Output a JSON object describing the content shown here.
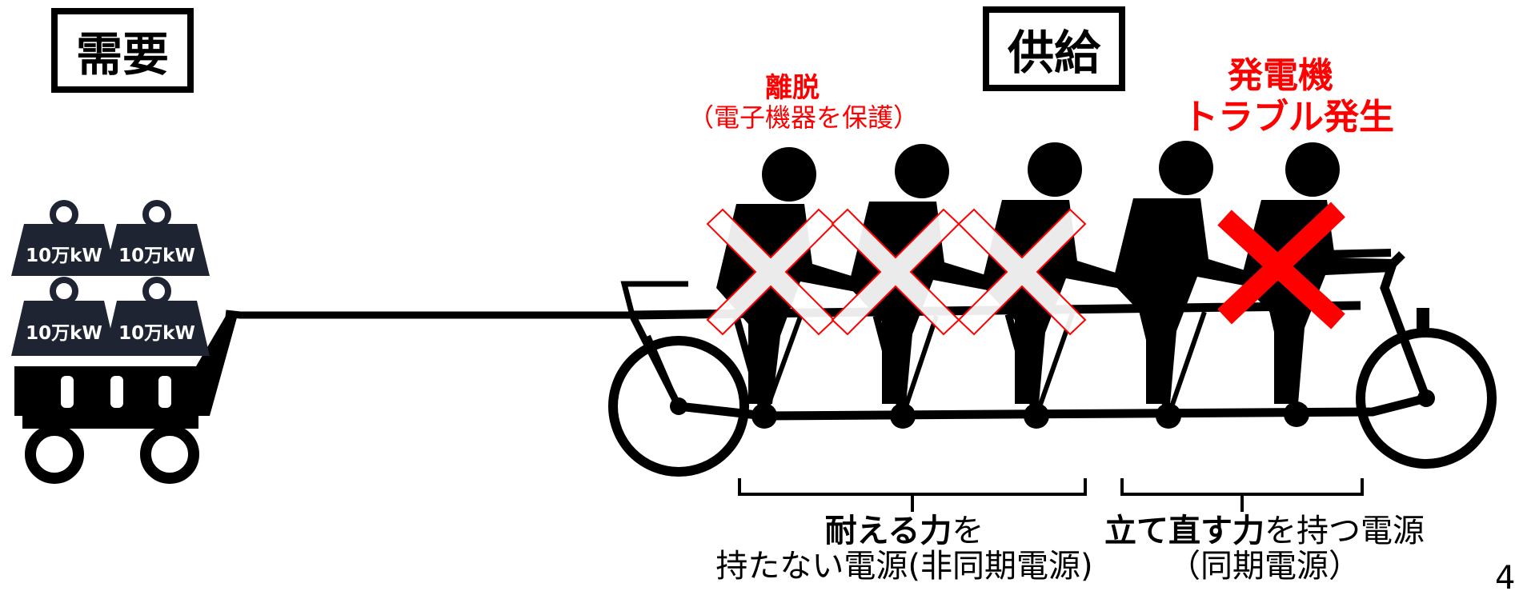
{
  "labels": {
    "demand": "需要",
    "supply": "供給",
    "disconnect": "離脱",
    "disconnect_note": "（電子機器を保護）",
    "generator_line1": "発電機",
    "generator_line2": "トラブル発生",
    "weight": "10万kW",
    "endure_bold": "耐える力",
    "endure_rest": "を",
    "endure_line2": "持たない電源(非同期電源)",
    "recover_bold": "立て直す力",
    "recover_rest": "を持つ電源",
    "recover_line2": "（同期電源）",
    "page_number": "4"
  },
  "colors": {
    "accent_red": "#ff0000",
    "weight_fill": "#1f2433",
    "ink": "#000000"
  }
}
